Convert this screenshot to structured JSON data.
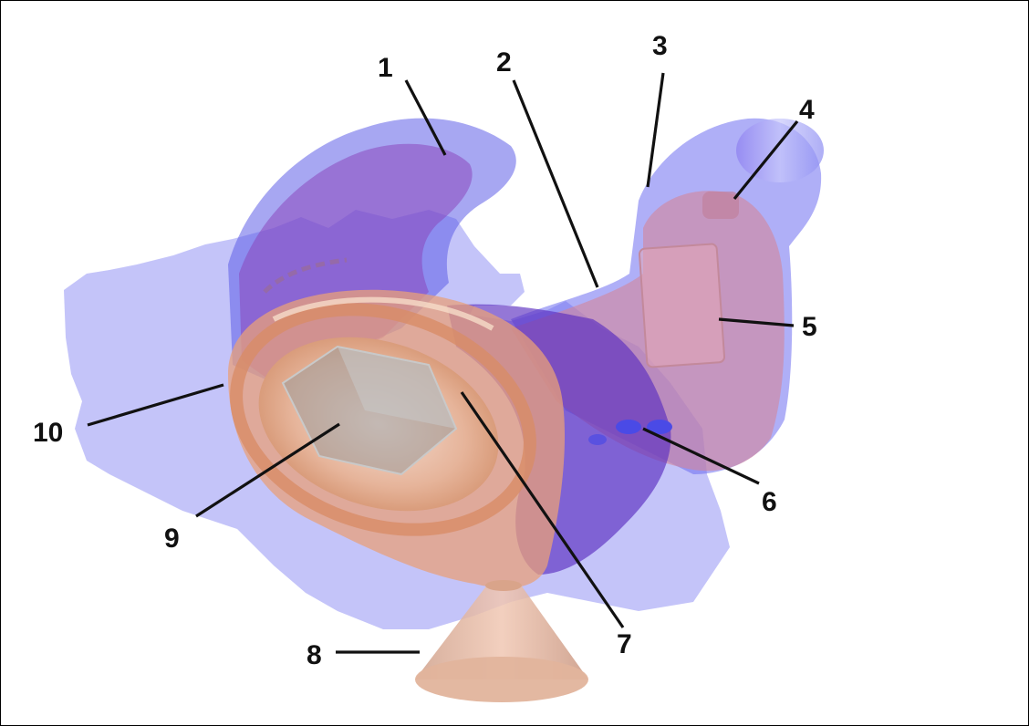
{
  "callouts": [
    {
      "id": 1,
      "text": "1"
    },
    {
      "id": 2,
      "text": "2"
    },
    {
      "id": 3,
      "text": "3"
    },
    {
      "id": 4,
      "text": "4"
    },
    {
      "id": 5,
      "text": "5"
    },
    {
      "id": 6,
      "text": "6"
    },
    {
      "id": 7,
      "text": "7"
    },
    {
      "id": 8,
      "text": "8"
    },
    {
      "id": 9,
      "text": "9"
    },
    {
      "id": 10,
      "text": "10"
    }
  ],
  "colors": {
    "outer_shell": "#6b6bf0",
    "inner_shell": "#e6a078",
    "purple_overlap": "#7a3fb0",
    "base_cone": "#e2b49c",
    "leader_lines": "#111111"
  }
}
